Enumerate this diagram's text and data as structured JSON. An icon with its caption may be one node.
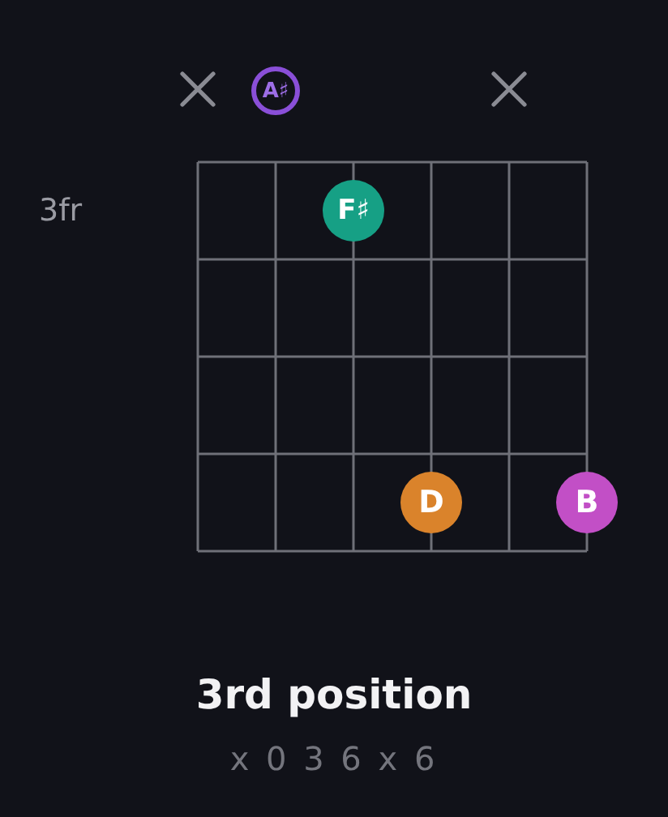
{
  "diagram": {
    "title": "3rd position",
    "caption": "x 0 3 6 x 6",
    "nodes": [
      {
        "text": [
          "A♯"
        ]
      },
      {
        "text": [
          "F♯"
        ]
      },
      {
        "text": [
          "D"
        ]
      },
      {
        "text": [
          "B"
        ]
      }
    ],
    "labels": [
      "3fr"
    ]
  }
}
